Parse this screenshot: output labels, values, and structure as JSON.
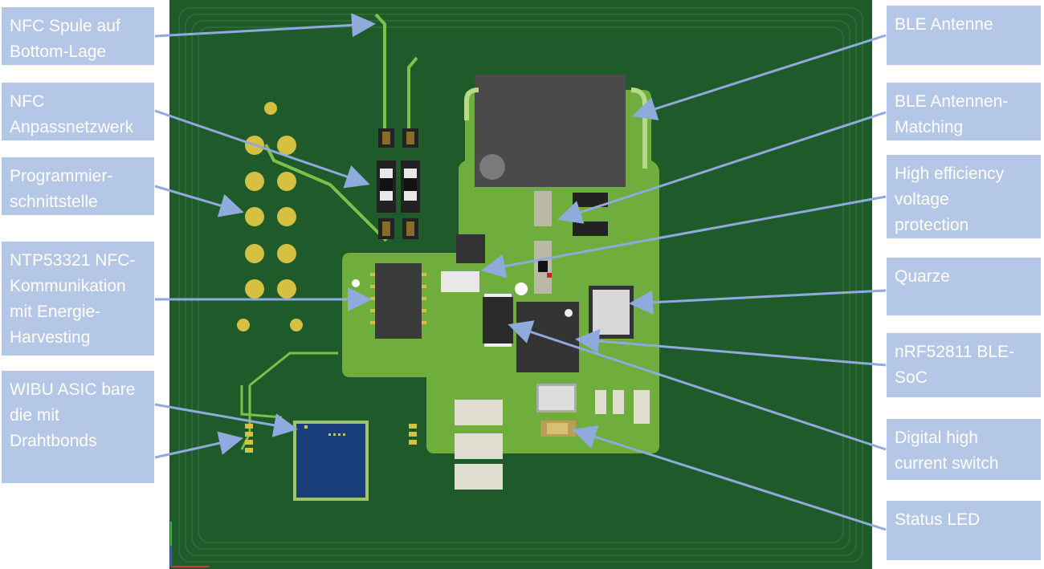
{
  "callouts": {
    "nfc_coil": [
      "NFC Spule auf",
      "Bottom-Lage"
    ],
    "nfc_matching": [
      "NFC",
      "Anpassnetzwerk"
    ],
    "prog_interface": [
      "Programmier-",
      "schnittstelle"
    ],
    "ntp_chip": [
      "NTP53321 NFC-",
      "Kommunikation",
      "mit Energie-",
      "Harvesting"
    ],
    "wibu_asic": [
      "WIBU ASIC bare",
      "die mit",
      "Drahtbonds"
    ],
    "ble_antenna": [
      "BLE Antenne"
    ],
    "ble_matching": [
      "BLE Antennen-",
      "Matching"
    ],
    "voltage_protection": [
      "High efficiency",
      "voltage",
      "protection"
    ],
    "crystals": [
      "Quarze"
    ],
    "nrf_soc": [
      "nRF52811 BLE-",
      "SoC"
    ],
    "high_current_switch": [
      "Digital high",
      "current switch"
    ],
    "status_led": [
      "Status LED"
    ]
  },
  "colors": {
    "callout_bg": "#b4c7e7",
    "callout_text": "#ffffff",
    "arrow": "#8faadc",
    "board": "#1f5a2a",
    "copper": "#6fae3c",
    "pad_gold": "#d6c042"
  }
}
